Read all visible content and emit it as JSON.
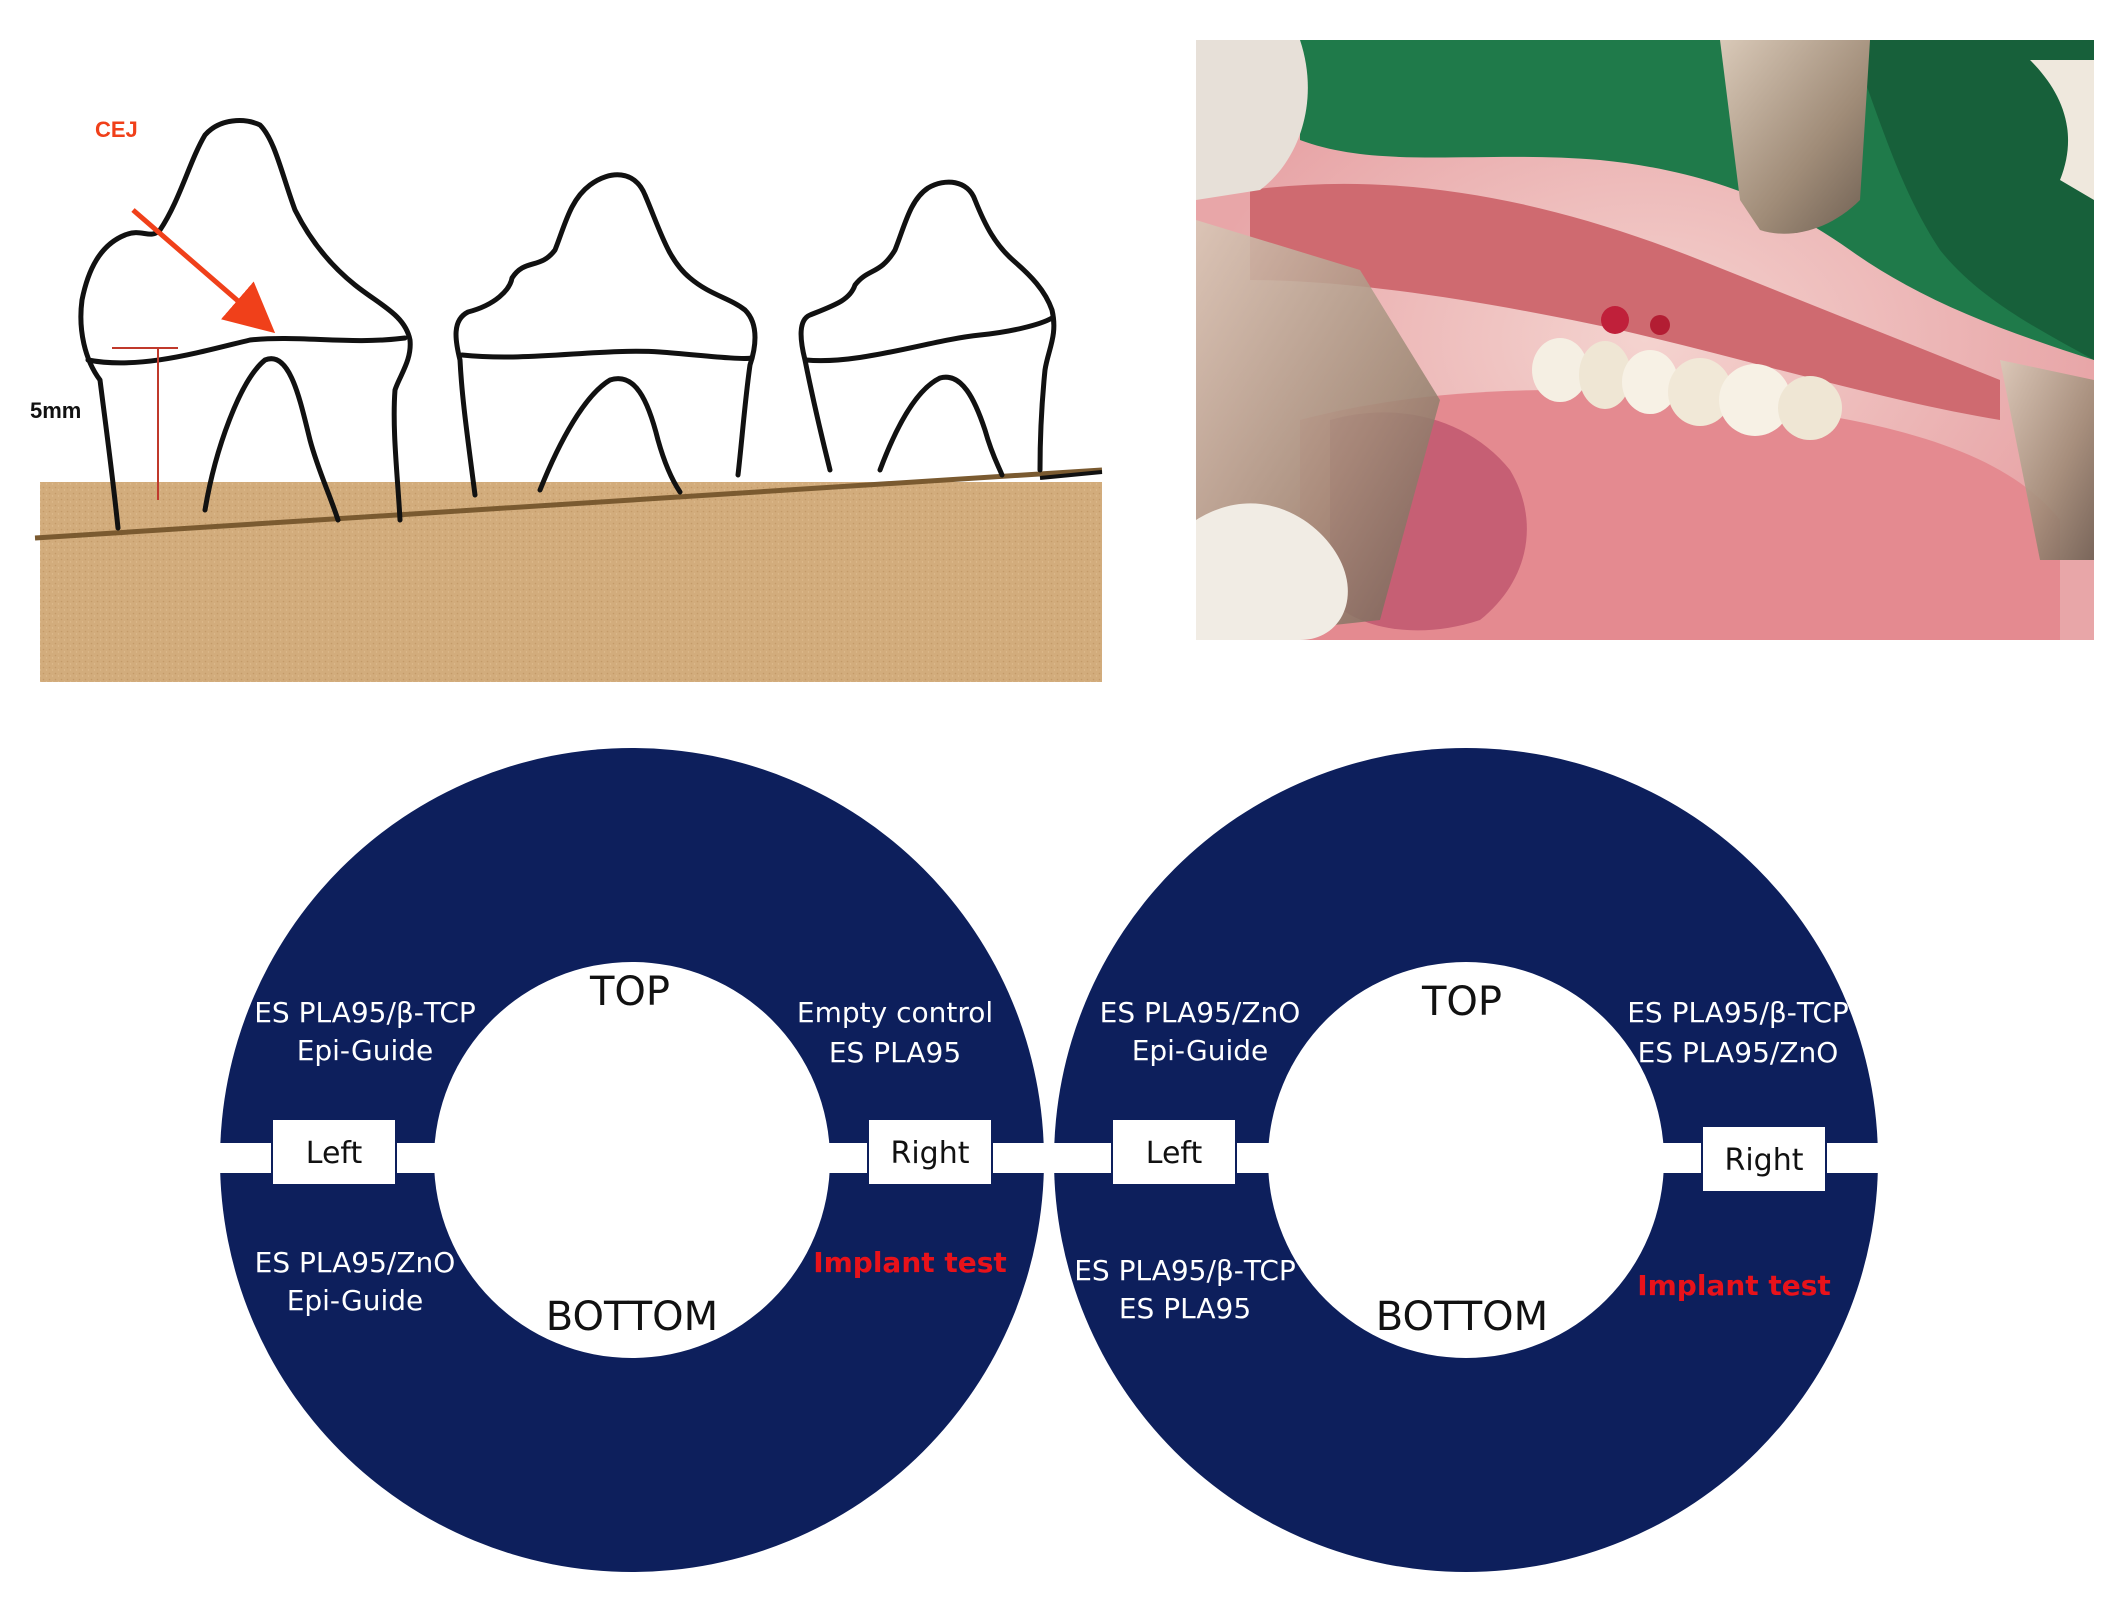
{
  "tooth_diagram": {
    "cej_label": "CEJ",
    "measure_label": "5mm",
    "colors": {
      "cej": "#f0401a",
      "measure": "#c0392b",
      "soil": "#d2ac7c",
      "outline": "#111111"
    }
  },
  "photo": {
    "colors": {
      "drape": "#1f7a4a",
      "tissue": "#e48a90",
      "tongue": "#c65f74"
    }
  },
  "rings": [
    {
      "top_label": "TOP",
      "bottom_label": "BOTTOM",
      "left_label": "Left",
      "right_label": "Right",
      "quadrants": {
        "upper_left": [
          "ES PLA95/β-TCP",
          "Epi-Guide"
        ],
        "upper_right": [
          "Empty control",
          "ES PLA95"
        ],
        "lower_left": [
          "ES PLA95/ZnO",
          "Epi-Guide"
        ],
        "lower_right": [
          "Implant test"
        ]
      }
    },
    {
      "top_label": "TOP",
      "bottom_label": "BOTTOM",
      "left_label": "Left",
      "right_label": "Right",
      "quadrants": {
        "upper_left": [
          "ES PLA95/ZnO",
          "Epi-Guide"
        ],
        "upper_right": [
          "ES PLA95/β-TCP",
          "ES PLA95/ZnO"
        ],
        "lower_left": [
          "ES PLA95/β-TCP",
          "ES PLA95"
        ],
        "lower_right": [
          "Implant test"
        ]
      }
    }
  ],
  "colors": {
    "ring": "#0d1f5c",
    "highlight": "#e8121a"
  }
}
